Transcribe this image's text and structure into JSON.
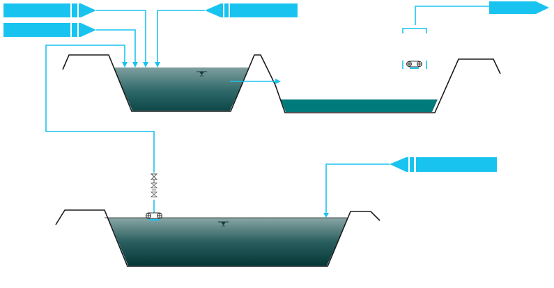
{
  "diagram": {
    "background_color": "#ffffff",
    "flow_color": "#19c3f0",
    "bank_color": "#1a1a1a",
    "basins": [
      {
        "id": "upper-left",
        "water": "gradient",
        "fill_color": "#0e5d5d"
      },
      {
        "id": "upper-right",
        "water": "band",
        "fill_color": "#007a7a"
      },
      {
        "id": "lower",
        "water": "gradient",
        "fill_color": "#0b4a4a"
      }
    ],
    "flow_tags": [
      {
        "id": "tag-in-1",
        "direction": "right",
        "text": ""
      },
      {
        "id": "tag-in-2",
        "direction": "right",
        "text": ""
      },
      {
        "id": "tag-in-3",
        "direction": "left",
        "text": ""
      },
      {
        "id": "tag-out-1",
        "direction": "right",
        "text": ""
      },
      {
        "id": "tag-in-4",
        "direction": "left",
        "text": ""
      }
    ],
    "icons": [
      "water-level-marker-icon",
      "pump-icon",
      "valve-icon",
      "flow-arrow-icon"
    ]
  }
}
